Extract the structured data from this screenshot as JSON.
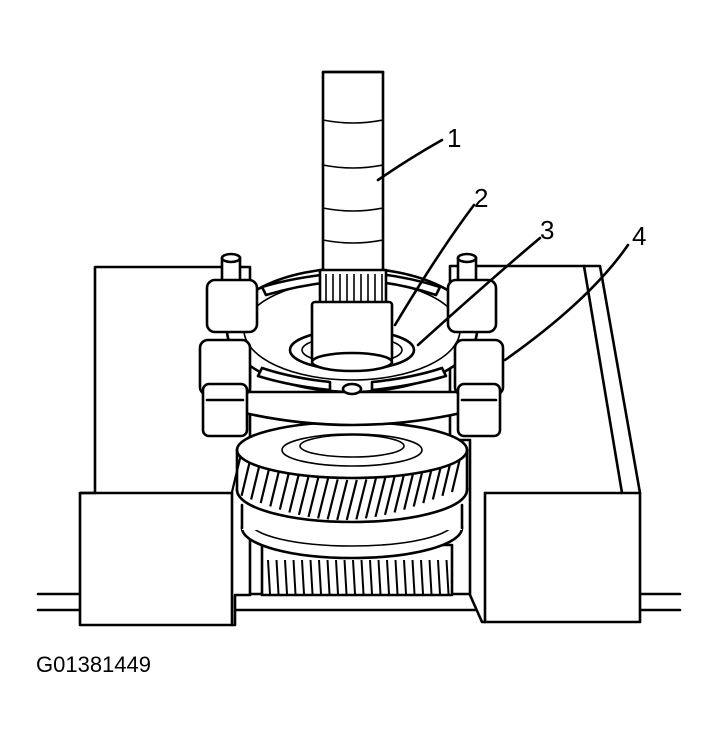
{
  "callouts": [
    {
      "id": "1",
      "label": "1"
    },
    {
      "id": "2",
      "label": "2"
    },
    {
      "id": "3",
      "label": "3"
    },
    {
      "id": "4",
      "label": "4"
    }
  ],
  "figure_id": "G01381449"
}
